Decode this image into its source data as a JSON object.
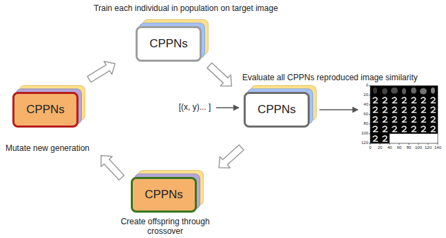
{
  "diagram": {
    "nodes": [
      {
        "text": [
          "CPPNs"
        ]
      },
      {
        "text": [
          "CPPNs"
        ]
      },
      {
        "text": [
          "CPPNs"
        ]
      },
      {
        "text": [
          "CPPNs"
        ]
      }
    ],
    "edges": [
      {
        "from": 1,
        "to": 0,
        "arrow": "to"
      },
      {
        "from": 0,
        "to": 2,
        "arrow": "to"
      },
      {
        "from": 2,
        "to": 3,
        "arrow": "to"
      },
      {
        "from": 3,
        "to": 1,
        "arrow": "to"
      }
    ],
    "labels": [
      "Train each individual in population on target image",
      "Evaluate all CPPNs reproduced image similarity",
      "[(x, y)... ]",
      "Mutate new generation",
      "Create offspring through crossover",
      "0",
      "20",
      "40",
      "60",
      "80",
      "100",
      "120",
      "0",
      "20",
      "40",
      "60",
      "80",
      "100",
      "120",
      "140"
    ]
  }
}
